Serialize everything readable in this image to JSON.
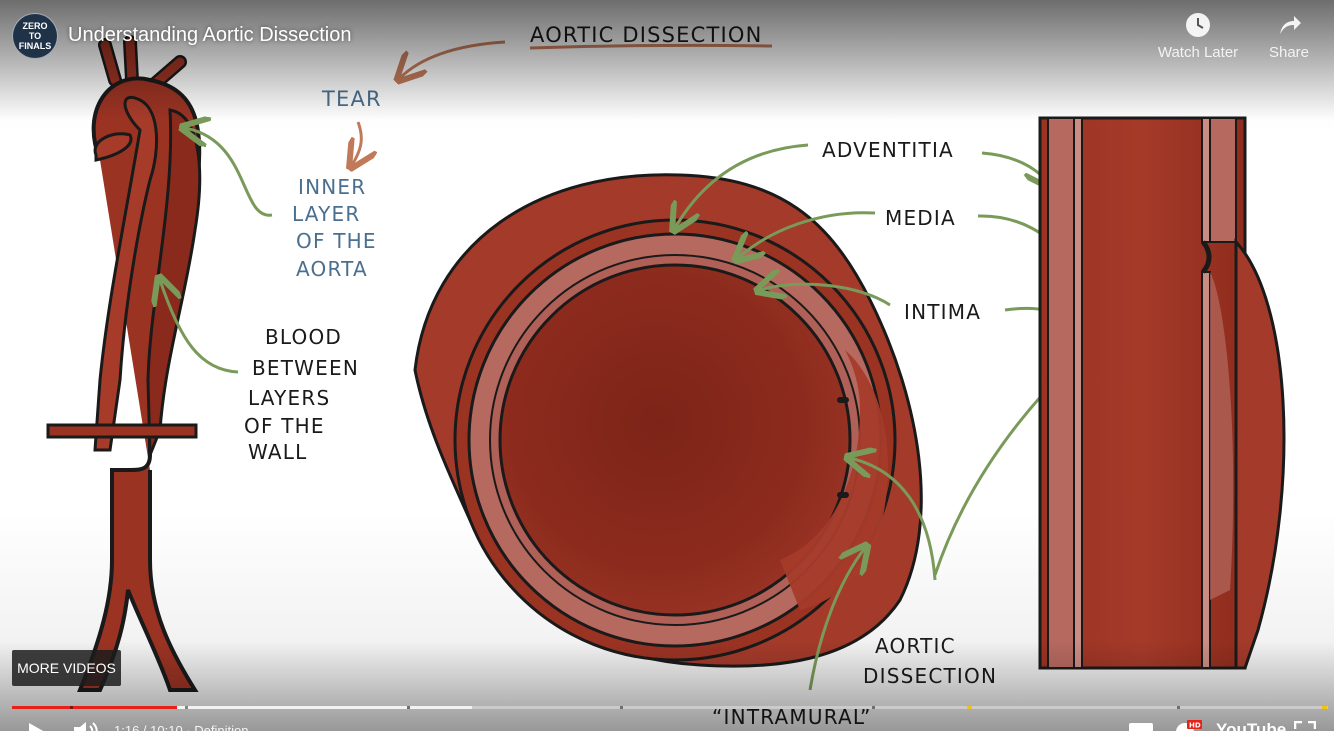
{
  "player": {
    "title": "Understanding Aortic Dissection",
    "channel_logo_lines": [
      "ZERO",
      "TO",
      "FINALS"
    ],
    "watch_later_label": "Watch Later",
    "share_label": "Share",
    "more_videos_label": "MORE VIDEOS",
    "time_text": "1:16 / 10:10 · Definition",
    "youtube_label": "YouTube",
    "hd_badge": "HD",
    "progress_fraction": 0.125
  },
  "drawing": {
    "heading": "AORTIC DISSECTION",
    "labels": {
      "tear": "TEAR",
      "inner_layer": [
        "INNER",
        "LAYER",
        "OF THE",
        "AORTA"
      ],
      "blood_between": [
        "BLOOD",
        "BETWEEN",
        "LAYERS",
        "OF THE",
        "WALL"
      ],
      "adventitia": "ADVENTITIA",
      "media": "MEDIA",
      "intima": "INTIMA",
      "aortic_dissection": [
        "AORTIC",
        "DISSECTION"
      ],
      "intramural": "“INTRAMURAL”"
    }
  },
  "colors": {
    "blood_dark": "#8a2a1c",
    "blood_mid": "#a33a2a",
    "wall_pink": "#b5695f",
    "ink": "#1a1a1a",
    "arrow_green": "#7a9a5a",
    "arrow_orange": "#c07a5a",
    "label_blue": "#4a6f8f",
    "progress_red": "#e62117"
  }
}
